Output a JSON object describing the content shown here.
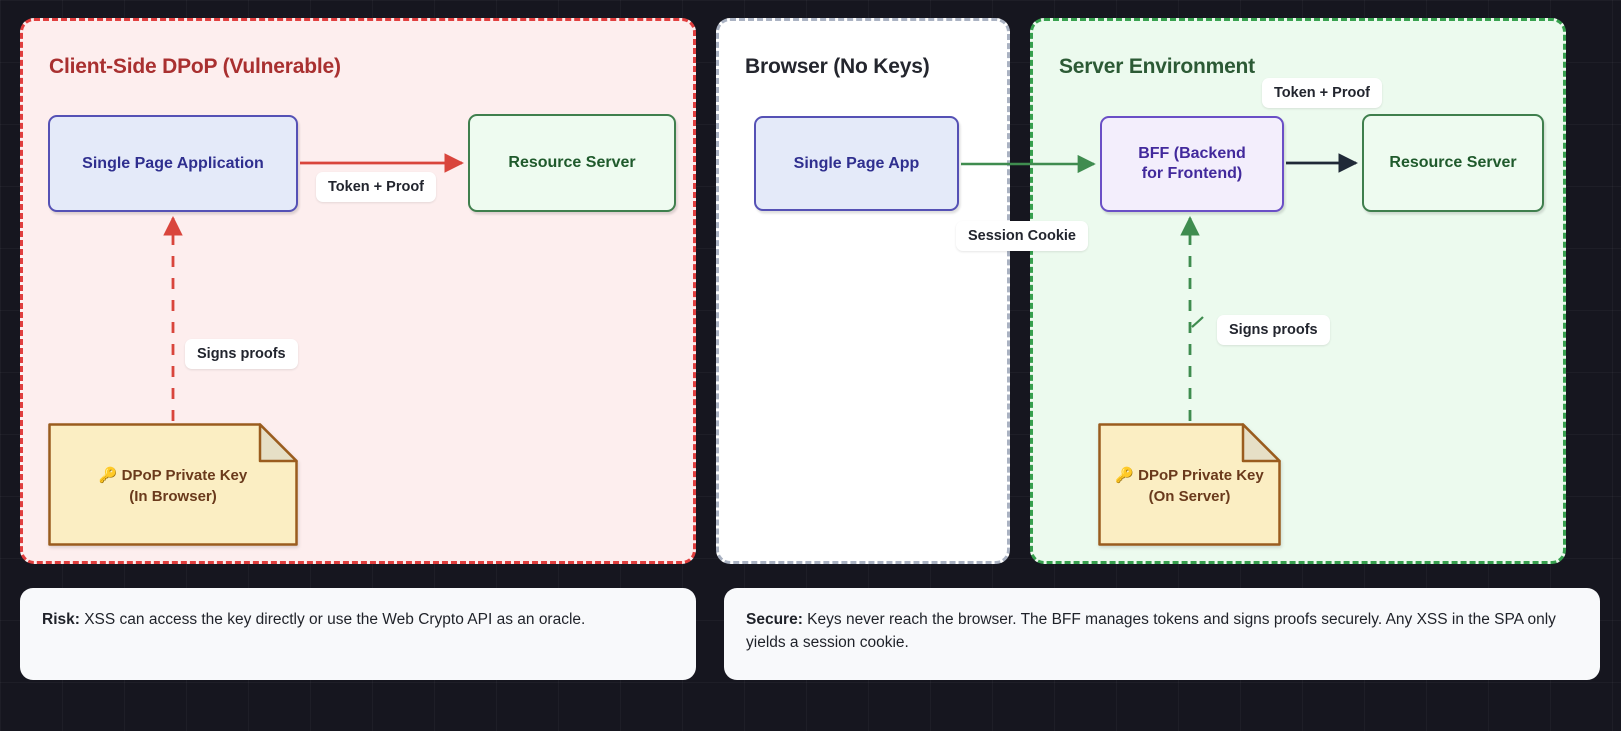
{
  "diagram": {
    "panels": [
      {
        "id": "vulnerable",
        "title": "Client-Side DPoP (Vulnerable)",
        "accent": "#e03e3e",
        "fill": "#fdeeee",
        "title_color": "#a93030"
      },
      {
        "id": "browser",
        "title": "Browser (No Keys)",
        "accent": "#aab2c2",
        "fill": "#ffffff",
        "title_color": "#24262e"
      },
      {
        "id": "server",
        "title": "Server Environment",
        "accent": "#37a04e",
        "fill": "#ecfaee",
        "title_color": "#2c5a35"
      }
    ],
    "nodes": {
      "spa_vulnerable": "Single Page Application",
      "resource_server_left": "Resource Server",
      "spa_browser": "Single Page App",
      "bff": {
        "line1": "BFF (Backend",
        "line2": "for Frontend)"
      },
      "resource_server_right": "Resource Server"
    },
    "notes": {
      "key_browser": {
        "icon": "key-icon",
        "glyph": "🔑",
        "line1": "DPoP Private Key",
        "line2": "(In Browser)"
      },
      "key_server": {
        "icon": "key-icon",
        "glyph": "🔑",
        "line1": "DPoP Private Key",
        "line2": "(On Server)"
      }
    },
    "edge_labels": {
      "token_proof_left": "Token + Proof",
      "signs_proofs_left": "Signs proofs",
      "session_cookie": "Session Cookie",
      "token_proof_right": "Token + Proof",
      "signs_proofs_right": "Signs proofs"
    },
    "edge_colors": {
      "spa_to_rs": "#d9453c",
      "key_to_spa": "#d9453c",
      "spa_to_bff": "#3f8c4f",
      "bff_to_rs": "#1f2937",
      "key_to_bff": "#3f8c4f"
    }
  },
  "captions": {
    "risk": {
      "label": "Risk:",
      "text": " XSS can access the key directly or use the Web Crypto API as an oracle."
    },
    "secure": {
      "label": "Secure:",
      "text": " Keys never reach the browser. The BFF manages tokens and signs proofs securely. Any XSS in the SPA only yields a session cookie."
    }
  }
}
